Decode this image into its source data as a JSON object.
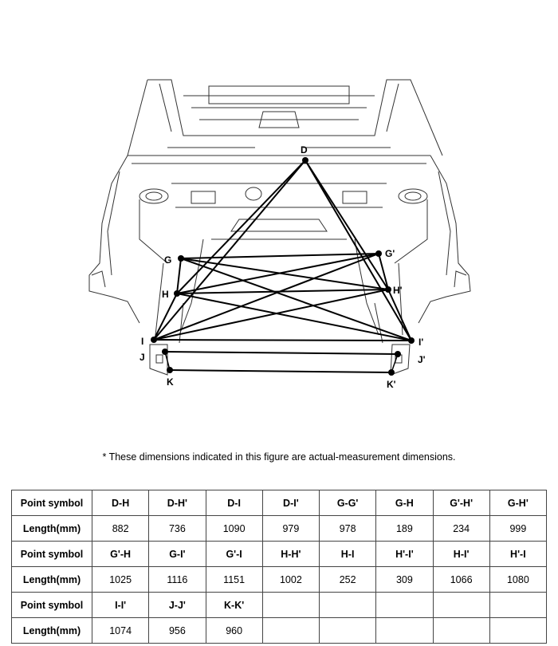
{
  "points": [
    {
      "id": "D",
      "label": "D"
    },
    {
      "id": "G",
      "label": "G"
    },
    {
      "id": "G2",
      "label": "G'"
    },
    {
      "id": "H",
      "label": "H"
    },
    {
      "id": "H2",
      "label": "H'"
    },
    {
      "id": "I",
      "label": "I"
    },
    {
      "id": "I2",
      "label": "I'"
    },
    {
      "id": "J",
      "label": "J"
    },
    {
      "id": "J2",
      "label": "J'"
    },
    {
      "id": "K",
      "label": "K"
    },
    {
      "id": "K2",
      "label": "K'"
    }
  ],
  "note": "*  These dimensions indicated in this figure are actual-measurement dimensions.",
  "table": {
    "header_symbol": "Point symbol",
    "header_length": "Length(mm)",
    "rows": [
      {
        "symbols": [
          "D-H",
          "D-H'",
          "D-I",
          "D-I'",
          "G-G'",
          "G-H",
          "G'-H'",
          "G-H'"
        ],
        "lengths": [
          "882",
          "736",
          "1090",
          "979",
          "978",
          "189",
          "234",
          "999"
        ]
      },
      {
        "symbols": [
          "G'-H",
          "G-I'",
          "G'-I",
          "H-H'",
          "H-I",
          "H'-I'",
          "H-I'",
          "H'-I"
        ],
        "lengths": [
          "1025",
          "1116",
          "1151",
          "1002",
          "252",
          "309",
          "1066",
          "1080"
        ]
      },
      {
        "symbols": [
          "I-I'",
          "J-J'",
          "K-K'",
          "",
          "",
          "",
          "",
          ""
        ],
        "lengths": [
          "1074",
          "956",
          "960",
          "",
          "",
          "",
          "",
          ""
        ]
      }
    ]
  }
}
